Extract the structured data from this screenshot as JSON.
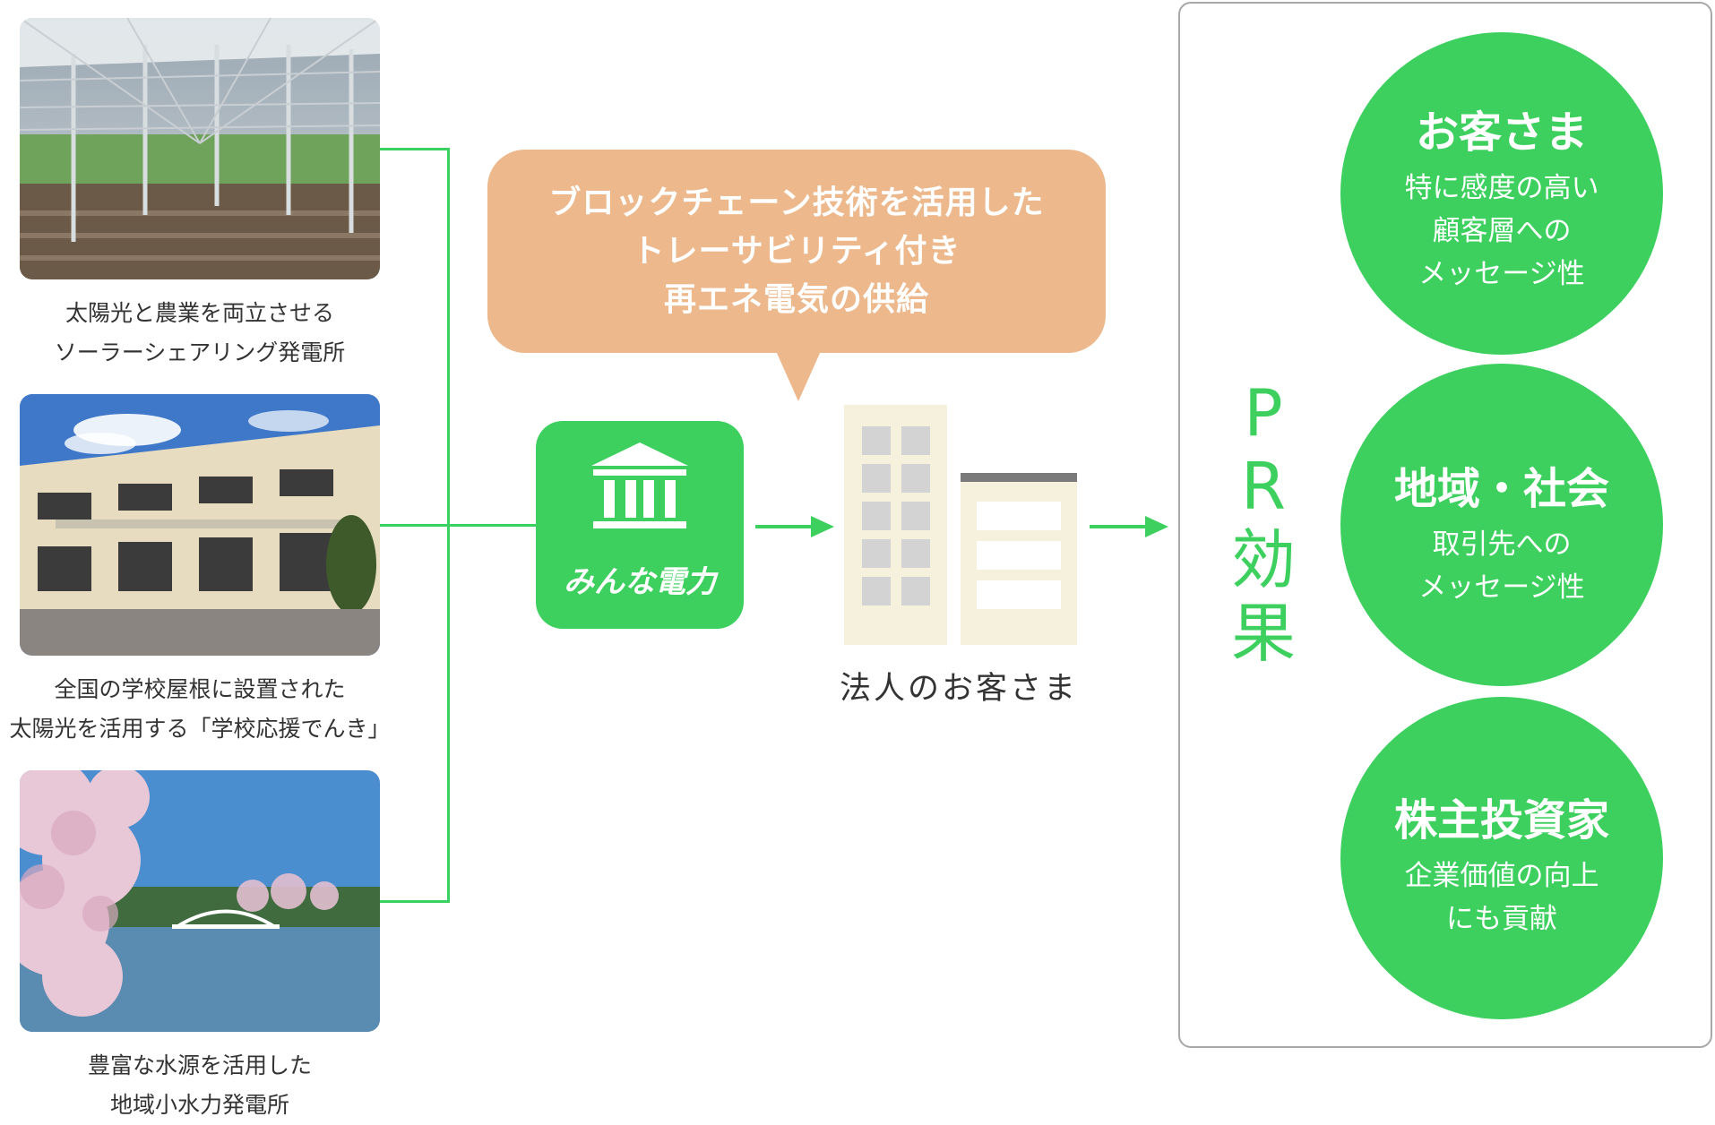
{
  "sources": [
    {
      "name": "solar-sharing",
      "caption": [
        "太陽光と農業を両立させる",
        "ソーラーシェアリング発電所"
      ]
    },
    {
      "name": "school",
      "caption": [
        "全国の学校屋根に設置された",
        "太陽光を活用する「学校応援でんき」"
      ]
    },
    {
      "name": "hydro",
      "caption": [
        "豊富な水源を活用した",
        "地域小水力発電所"
      ]
    }
  ],
  "bubble": {
    "lines": [
      "ブロックチェーン技術を活用した",
      "トレーサビリティ付き",
      "再エネ電気の供給"
    ]
  },
  "logo": {
    "text": "みんな電力",
    "icon": "bank-building-icon"
  },
  "customer": {
    "label": "法人のお客さま",
    "icon": "office-building-icon"
  },
  "pr": {
    "chars": [
      "P",
      "R",
      "効",
      "果"
    ]
  },
  "effects": [
    {
      "title": "お客さま",
      "body": [
        "特に感度の高い",
        "顧客層への",
        "メッセージ性"
      ]
    },
    {
      "title": "地域・社会",
      "body": [
        "取引先への",
        "メッセージ性"
      ]
    },
    {
      "title": "株主投資家",
      "body": [
        "企業価値の向上",
        "にも貢献"
      ]
    }
  ],
  "colors": {
    "green": "#3dd05f",
    "bubble": "#ecb88c",
    "building": "#f5f1dc",
    "window": "#d3d3d3",
    "roof": "#7a7a7a",
    "panel_border": "#a8a8a8"
  }
}
